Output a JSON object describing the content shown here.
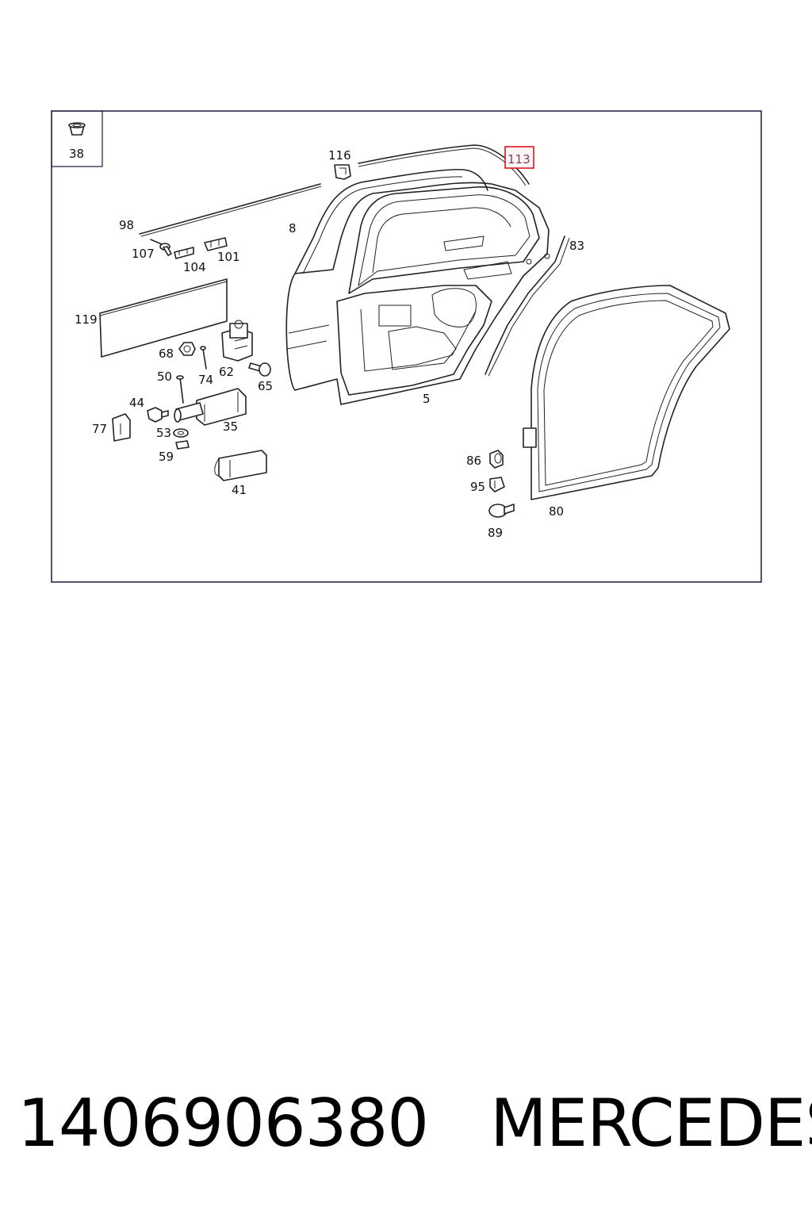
{
  "diagram": {
    "inset_label": "38",
    "highlighted_label": "113",
    "highlight_color": "#e0141e",
    "labels": {
      "p116": "116",
      "p98": "98",
      "p8": "8",
      "p83": "83",
      "p107": "107",
      "p101": "101",
      "p104": "104",
      "p119": "119",
      "p68": "68",
      "p62": "62",
      "p74": "74",
      "p50": "50",
      "p65": "65",
      "p44": "44",
      "p5": "5",
      "p77": "77",
      "p53": "53",
      "p35": "35",
      "p59": "59",
      "p86": "86",
      "p95": "95",
      "p41": "41",
      "p80": "80",
      "p89": "89"
    }
  },
  "caption": {
    "part_number": "1406906380",
    "brand": "MERCEDES"
  }
}
